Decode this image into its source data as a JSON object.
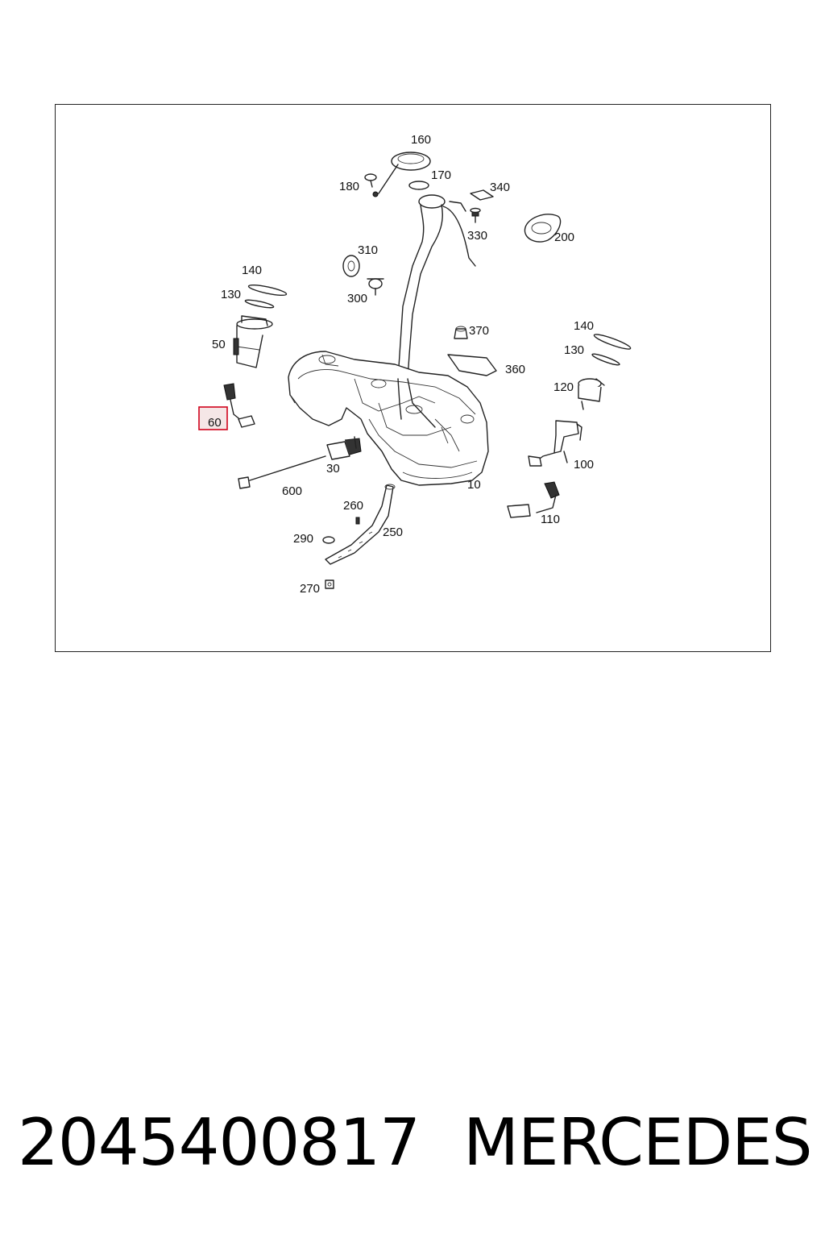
{
  "diagram": {
    "labels": {
      "l160": "160",
      "l170": "170",
      "l180": "180",
      "l340": "340",
      "l330": "330",
      "l200": "200",
      "l310": "310",
      "l300": "300",
      "l140a": "140",
      "l130a": "130",
      "l50": "50",
      "l370": "370",
      "l140b": "140",
      "l130b": "130",
      "l360": "360",
      "l120": "120",
      "l60": "60",
      "l30": "30",
      "l600": "600",
      "l10": "10",
      "l100": "100",
      "l260": "260",
      "l250": "250",
      "l290": "290",
      "l110": "110",
      "l270": "270"
    },
    "highlight_color": "#d0021b",
    "highlight_fill": "#f5e6e6"
  },
  "footer": {
    "part_number": "2045400817",
    "brand": "MERCEDES"
  }
}
